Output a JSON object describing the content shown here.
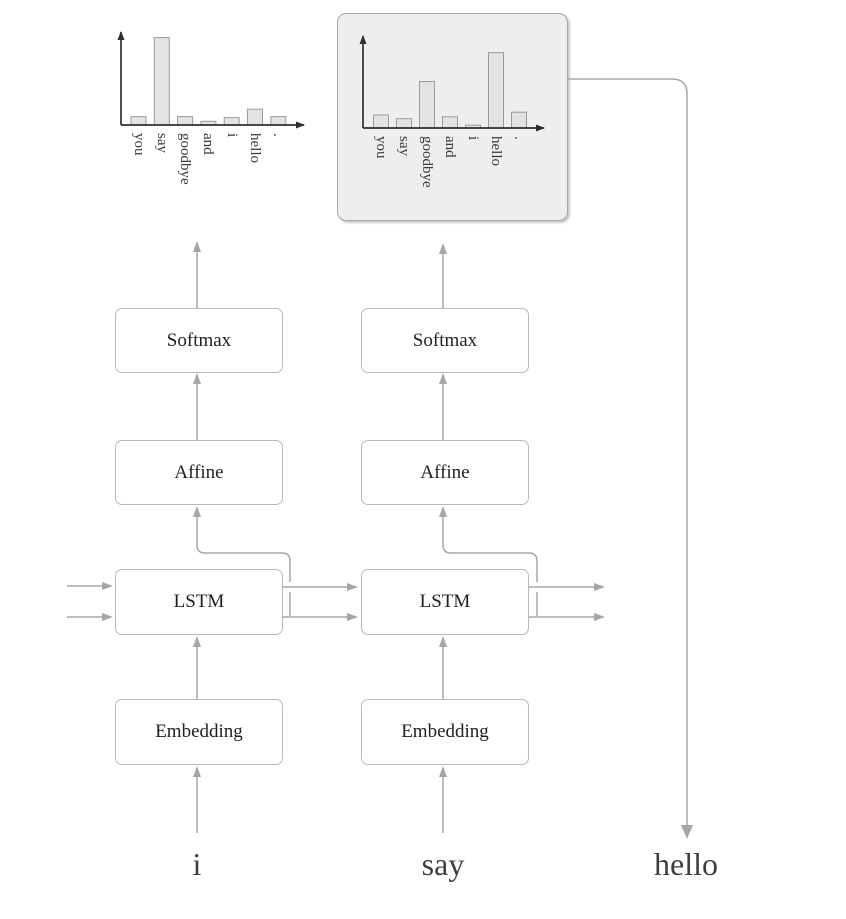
{
  "diagram": {
    "columns": [
      {
        "input_word": "i",
        "blocks": {
          "embedding": "Embedding",
          "lstm": "LSTM",
          "affine": "Affine",
          "softmax": "Softmax"
        }
      },
      {
        "input_word": "say",
        "blocks": {
          "embedding": "Embedding",
          "lstm": "LSTM",
          "affine": "Affine",
          "softmax": "Softmax"
        }
      }
    ],
    "output_word": "hello",
    "colors": {
      "arrow": "#a6a6a6",
      "box_border": "#b8b8b8",
      "panel_fill": "#eeeeee",
      "panel_border": "#a6a6a6",
      "bar_fill": "#e3e3e3",
      "bar_stroke": "#9a9a9a",
      "axis": "#2e2e2e",
      "block_text": "#1f1f1f",
      "word_text": "#3f3f3f",
      "label_text": "#3a3a3a"
    }
  },
  "chart_data": [
    {
      "type": "bar",
      "categories": [
        "you",
        "say",
        "goodbye",
        "and",
        "i",
        "hello",
        "."
      ],
      "values": [
        0.09,
        0.94,
        0.09,
        0.04,
        0.08,
        0.17,
        0.09
      ],
      "title": "",
      "xlabel": "",
      "ylabel": "",
      "ylim": [
        0,
        1
      ],
      "grid": false,
      "legend": "none",
      "note": "probability bars above first Softmax"
    },
    {
      "type": "bar",
      "categories": [
        "you",
        "say",
        "goodbye",
        "and",
        "i",
        "hello",
        "."
      ],
      "values": [
        0.14,
        0.1,
        0.5,
        0.12,
        0.03,
        0.81,
        0.17
      ],
      "title": "",
      "xlabel": "",
      "ylabel": "",
      "ylim": [
        0,
        1
      ],
      "grid": false,
      "legend": "none",
      "note": "probability bars above second Softmax, inside highlighted panel"
    }
  ]
}
